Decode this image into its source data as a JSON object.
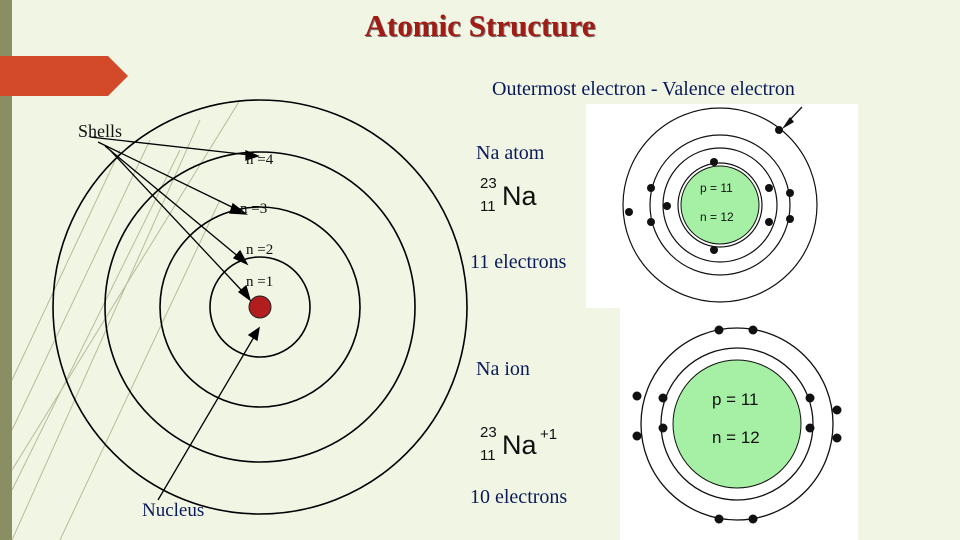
{
  "title": "Atomic Structure",
  "outermost_caption": "Outermost electron - Valence electron",
  "shells_label": "Shells",
  "shell_labels": [
    "n =4",
    "n =3",
    "n =2",
    "n =1"
  ],
  "nucleus_label": "Nucleus",
  "na_atom": {
    "heading": "Na atom",
    "mass_number": "23",
    "atomic_number": "11",
    "symbol": "Na",
    "electrons": "11 electrons",
    "diagram": {
      "protons": "p = 11",
      "neutrons": "n = 12"
    }
  },
  "na_ion": {
    "heading": "Na ion",
    "mass_number": "23",
    "atomic_number": "11",
    "symbol": "Na",
    "charge": "+1",
    "electrons": "10 electrons",
    "diagram": {
      "protons": "p = 11",
      "neutrons": "n = 12"
    }
  },
  "colors": {
    "title": "#a01c14",
    "text": "#0a1a5a",
    "nucleus_core": "#b21e1e",
    "nucleus_fill": "#a6f0a6",
    "accent_arrow": "#d24a2a",
    "background": "#f1f5e4"
  }
}
